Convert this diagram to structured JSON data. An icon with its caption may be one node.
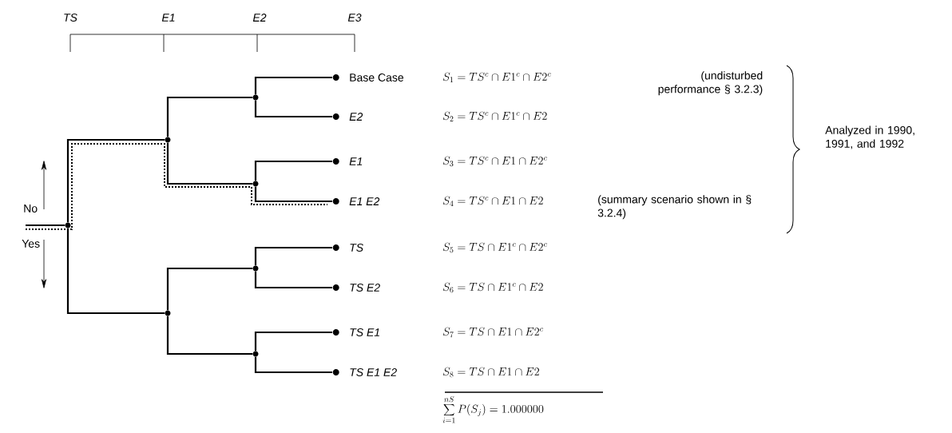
{
  "diagram": {
    "nodes": [
      {
        "text": [],
        "shape": "circle"
      },
      {
        "text": [],
        "shape": "circle"
      },
      {
        "text": [],
        "shape": "circle"
      },
      {
        "text": [],
        "shape": "circle"
      },
      {
        "text": [],
        "shape": "circle"
      },
      {
        "text": [],
        "shape": "circle"
      },
      {
        "text": [],
        "shape": "circle"
      },
      {
        "text": [
          "Base Case"
        ]
      },
      {
        "text": [
          "E2"
        ]
      },
      {
        "text": [
          "E1"
        ]
      },
      {
        "text": [
          "E1 E2"
        ]
      },
      {
        "text": [
          "TS"
        ]
      },
      {
        "text": [
          "TS E2"
        ]
      },
      {
        "text": [
          "TS E1"
        ]
      },
      {
        "text": [
          "TS E1 E2"
        ]
      }
    ],
    "edges": [
      {
        "from": null,
        "to": 0,
        "arrow": "none"
      },
      {
        "from": 0,
        "to": 1,
        "arrow": "none"
      },
      {
        "from": 0,
        "to": 2,
        "arrow": "none"
      },
      {
        "from": 1,
        "to": 3,
        "arrow": "none"
      },
      {
        "from": 1,
        "to": 4,
        "arrow": "none"
      },
      {
        "from": 2,
        "to": 5,
        "arrow": "none"
      },
      {
        "from": 2,
        "to": 6,
        "arrow": "none"
      },
      {
        "from": 3,
        "to": 7,
        "arrow": "none"
      },
      {
        "from": 3,
        "to": 8,
        "arrow": "none"
      },
      {
        "from": 4,
        "to": 9,
        "arrow": "none"
      },
      {
        "from": 4,
        "to": 10,
        "arrow": "none"
      },
      {
        "from": 5,
        "to": 11,
        "arrow": "none"
      },
      {
        "from": 5,
        "to": 12,
        "arrow": "none"
      },
      {
        "from": 6,
        "to": 13,
        "arrow": "none"
      },
      {
        "from": 6,
        "to": 14,
        "arrow": "none"
      }
    ],
    "labels": [
      "TS",
      "E1",
      "E2",
      "E3",
      "S_1 = TS^{c} \\cap E1^{c} \\cap E2^{c}",
      "(undisturbed performance § 3.2.3)",
      "S_2 = TS^{c} \\cap E1^{c} \\cap E2",
      "Analyzed in 1990, 1991, and 1992",
      "S_3 = TS^{c} \\cap E1 \\cap E2^{c}",
      "No",
      "S_4 = TS^{c} \\cap E1 \\cap E2",
      "(summary scenario shown in § 3.2.4)",
      "Yes",
      "S_5 = TS \\cap E1^{c} \\cap E2^{c}",
      "S_6 = TS \\cap E1^{c} \\cap E2",
      "S_7 = TS \\cap E1 \\cap E2^{c}",
      "S_8 = TS \\cap E1 \\cap E2",
      "\\sum_{i=1}^{nS} P(S_j) = 1.000000"
    ]
  }
}
